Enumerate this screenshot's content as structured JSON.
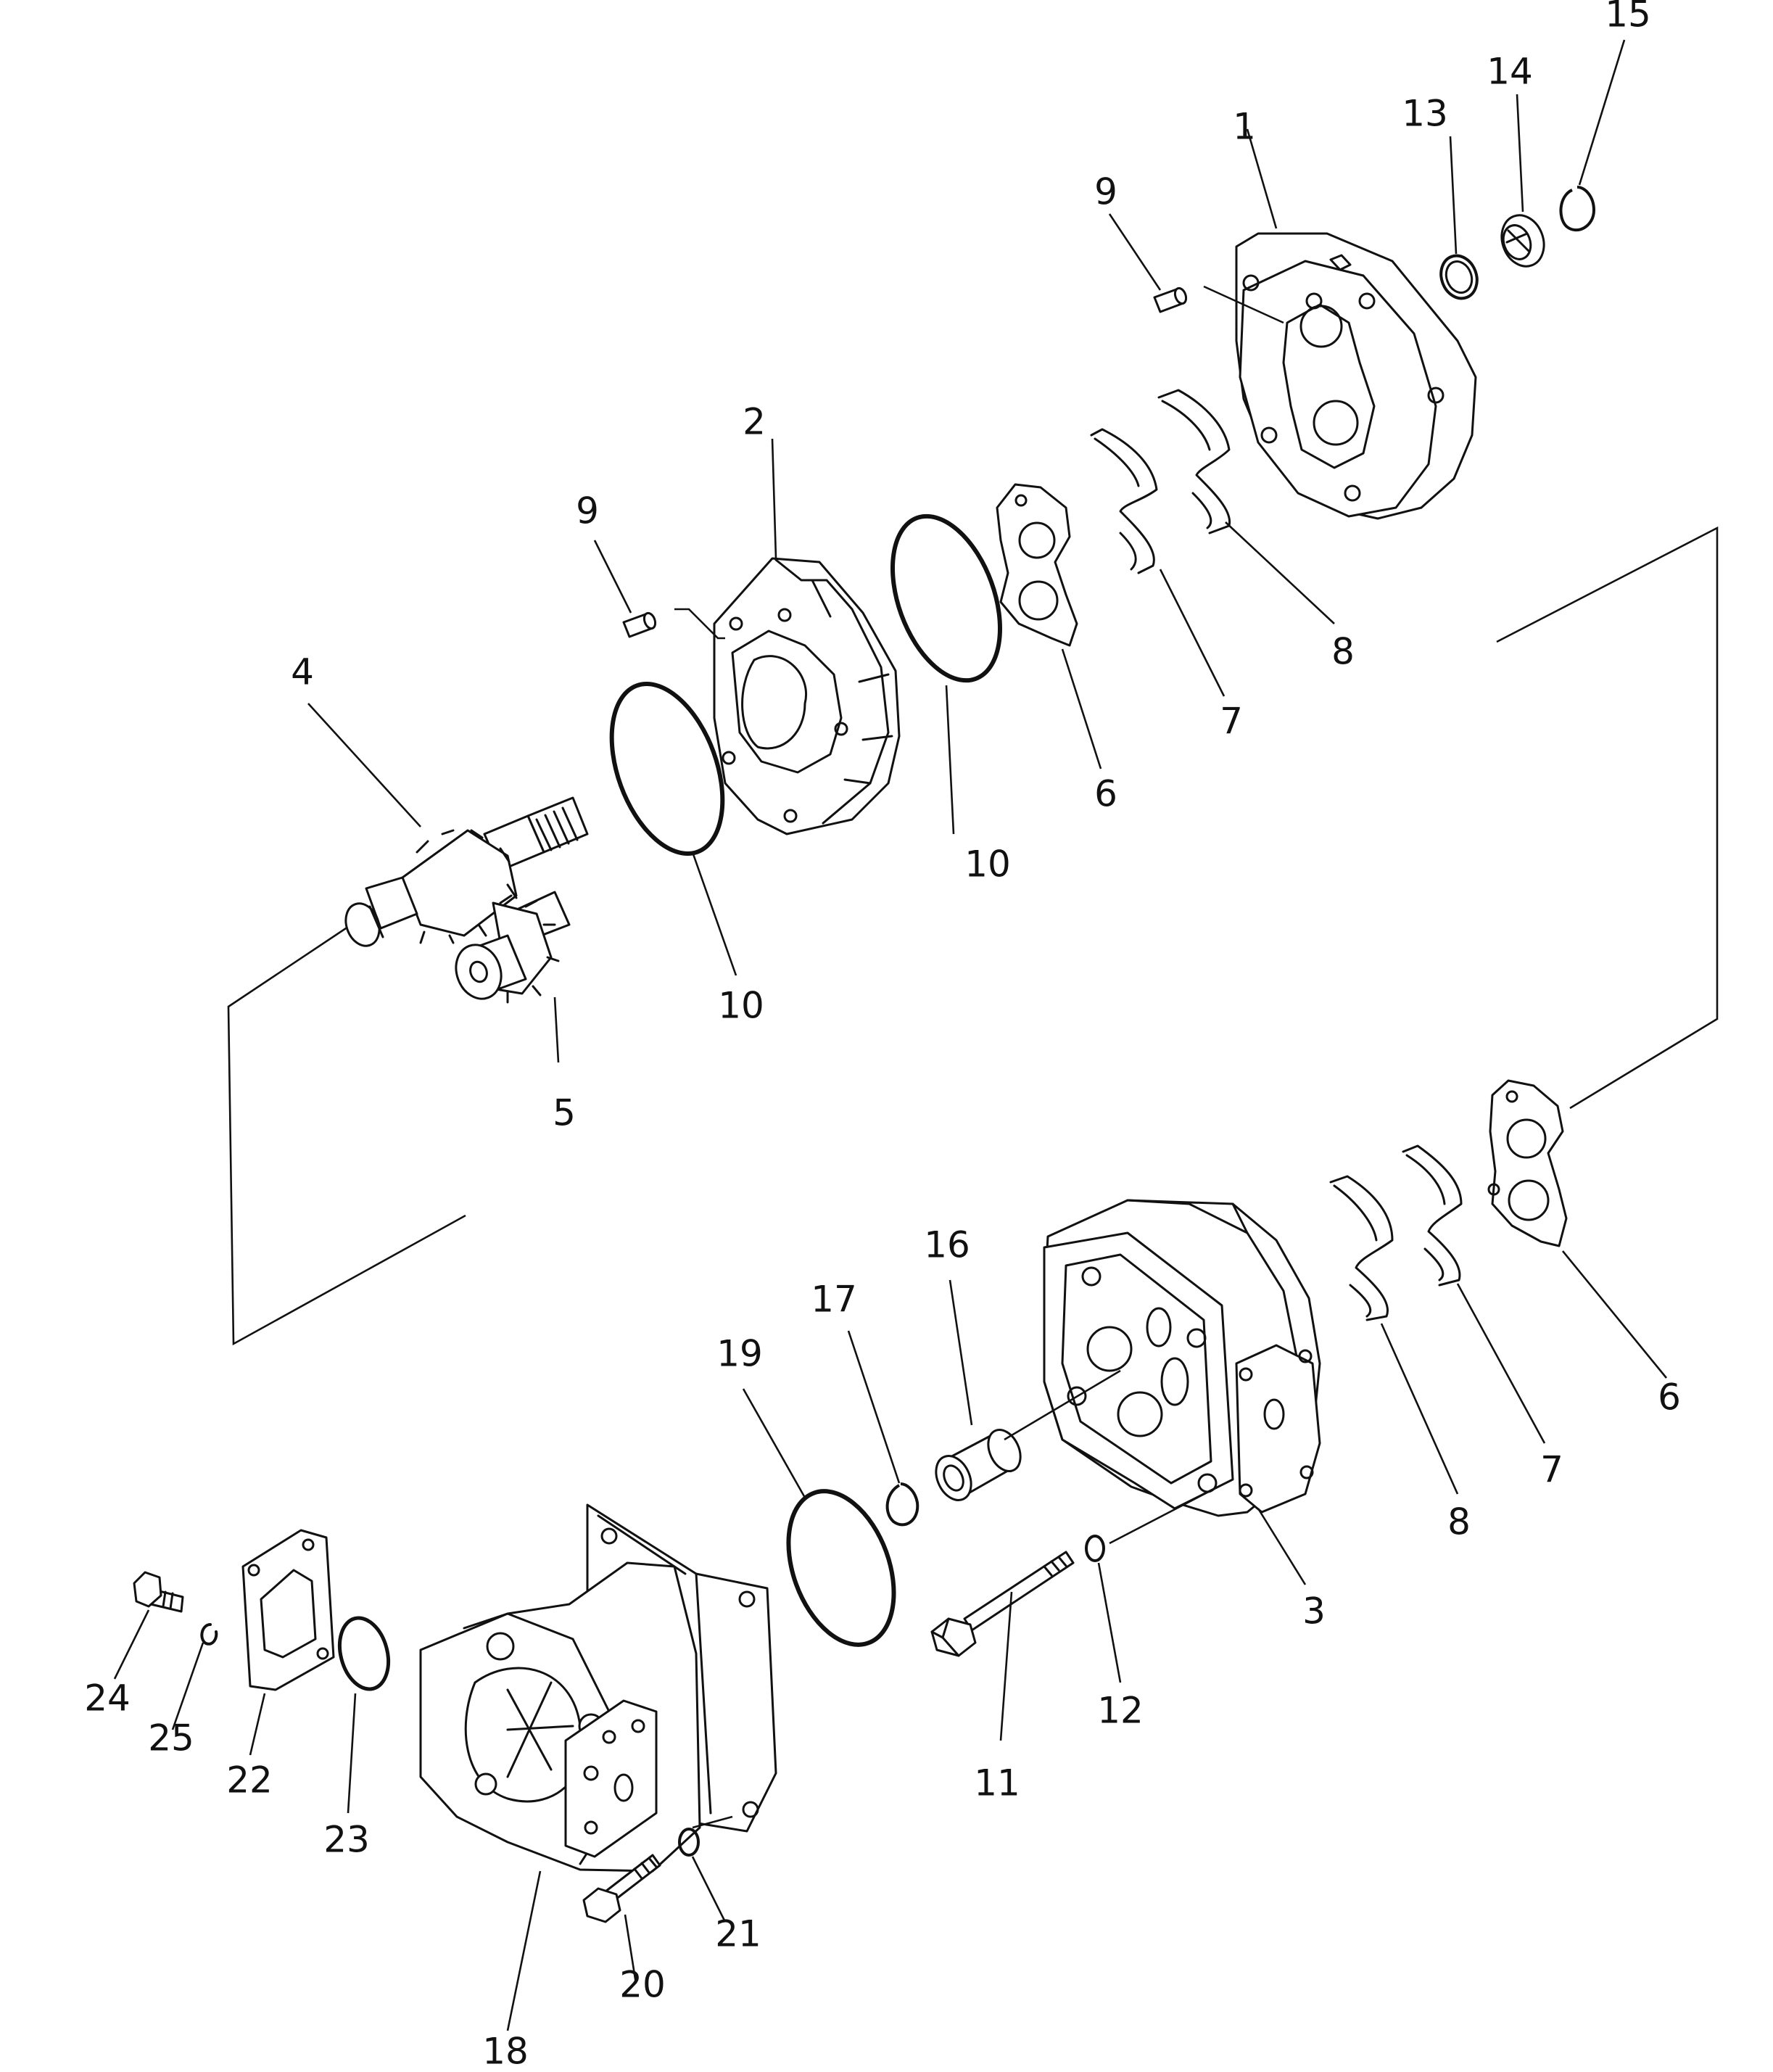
{
  "callouts": [
    {
      "id": "c1",
      "text": "1"
    },
    {
      "id": "c2",
      "text": "2"
    },
    {
      "id": "c3",
      "text": "3"
    },
    {
      "id": "c4",
      "text": "4"
    },
    {
      "id": "c5",
      "text": "5"
    },
    {
      "id": "c6a",
      "text": "6"
    },
    {
      "id": "c6b",
      "text": "6"
    },
    {
      "id": "c7a",
      "text": "7"
    },
    {
      "id": "c7b",
      "text": "7"
    },
    {
      "id": "c8a",
      "text": "8"
    },
    {
      "id": "c8b",
      "text": "8"
    },
    {
      "id": "c9a",
      "text": "9"
    },
    {
      "id": "c9b",
      "text": "9"
    },
    {
      "id": "c10a",
      "text": "10"
    },
    {
      "id": "c10b",
      "text": "10"
    },
    {
      "id": "c11",
      "text": "11"
    },
    {
      "id": "c12",
      "text": "12"
    },
    {
      "id": "c13",
      "text": "13"
    },
    {
      "id": "c14",
      "text": "14"
    },
    {
      "id": "c15",
      "text": "15"
    },
    {
      "id": "c16",
      "text": "16"
    },
    {
      "id": "c17",
      "text": "17"
    },
    {
      "id": "c18",
      "text": "18"
    },
    {
      "id": "c19",
      "text": "19"
    },
    {
      "id": "c20",
      "text": "20"
    },
    {
      "id": "c21",
      "text": "21"
    },
    {
      "id": "c22",
      "text": "22"
    },
    {
      "id": "c23",
      "text": "23"
    },
    {
      "id": "c24",
      "text": "24"
    },
    {
      "id": "c25",
      "text": "25"
    }
  ]
}
